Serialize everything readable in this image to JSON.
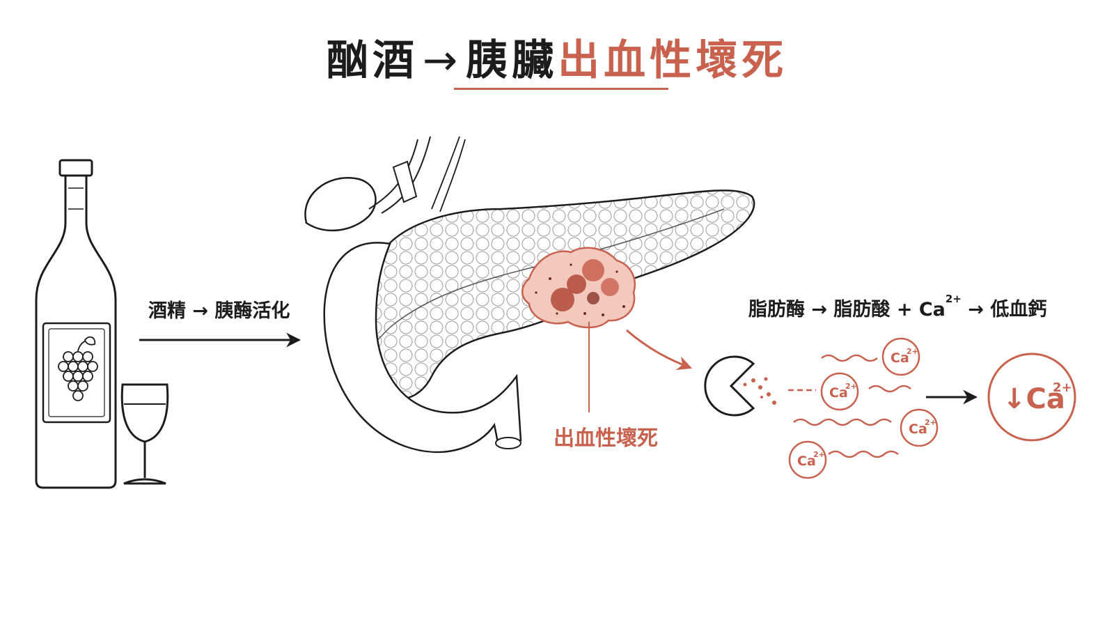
{
  "title": {
    "part_cause": "酗酒",
    "arrow": "→",
    "part_organ": "胰臟",
    "part_result": "出血性壞死"
  },
  "steps": {
    "alcohol_activation": "酒精 → 胰酶活化",
    "lipase_chain_pre": "脂肪酶 → 脂肪酸 + Ca",
    "lipase_chain_sup": "2+",
    "lipase_chain_post": " → 低血鈣"
  },
  "necrosis_label": "出血性壞死",
  "calcium": {
    "ion_symbol": "Ca",
    "ion_charge": "2+",
    "low_symbol": "↓Ca",
    "low_charge": "2+"
  },
  "colors": {
    "accent": "#c8614d",
    "ink": "#1c1c1c",
    "necrosis_fill": "#f3c9bd"
  },
  "icons": [
    "wine-bottle-icon",
    "wine-glass-icon",
    "pancreas-illustration",
    "pacman-lipase-icon",
    "calcium-ion-icon"
  ]
}
